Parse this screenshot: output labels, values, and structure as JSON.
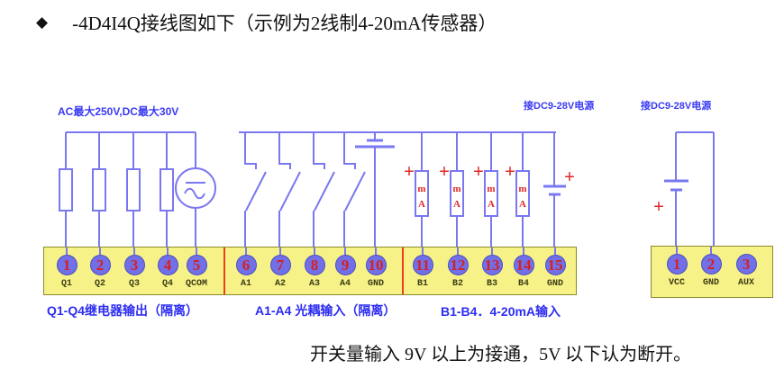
{
  "title": {
    "bullet": "◆",
    "text": "-4D4I4Q接线图如下（示例为2线制4-20mA传感器）"
  },
  "diagram": {
    "relay_voltage_label": "AC最大250V,DC最大30V",
    "di_power_label": "接DC9-28V电源",
    "main_power_label": "接DC9-28V电源",
    "plus_sign": "+",
    "ma_top": "m",
    "ma_bottom": "A"
  },
  "terminal_strip": {
    "sections": [
      {
        "caption": "Q1-Q4继电器输出（隔离）",
        "terminals": [
          {
            "number": "1",
            "label": "Q1"
          },
          {
            "number": "2",
            "label": "Q2"
          },
          {
            "number": "3",
            "label": "Q3"
          },
          {
            "number": "4",
            "label": "Q4"
          },
          {
            "number": "5",
            "label": "QCOM"
          }
        ]
      },
      {
        "caption": "A1-A4  光耦输入（隔离）",
        "terminals": [
          {
            "number": "6",
            "label": "A1"
          },
          {
            "number": "7",
            "label": "A2"
          },
          {
            "number": "8",
            "label": "A3"
          },
          {
            "number": "9",
            "label": "A4"
          },
          {
            "number": "10",
            "label": "GND"
          }
        ]
      },
      {
        "caption": "B1-B4．4-20mA输入",
        "terminals": [
          {
            "number": "11",
            "label": "B1"
          },
          {
            "number": "12",
            "label": "B2"
          },
          {
            "number": "13",
            "label": "B3"
          },
          {
            "number": "14",
            "label": "B4"
          },
          {
            "number": "15",
            "label": "GND"
          }
        ]
      }
    ]
  },
  "power_block": {
    "terminals": [
      {
        "number": "1",
        "label": "VCC"
      },
      {
        "number": "2",
        "label": "GND"
      },
      {
        "number": "3",
        "label": "AUX"
      }
    ]
  },
  "footnote": "开关量输入 9V 以上为接通，5V 以下认为断开。",
  "colors": {
    "wire_blue": "#7a78f0",
    "label_blue": "#3a3af5",
    "accent_red": "#e02828",
    "terminal_yellow": "#f6f288",
    "terminal_circle_blue": "#7170e8",
    "divider_red": "#f33c1e"
  }
}
